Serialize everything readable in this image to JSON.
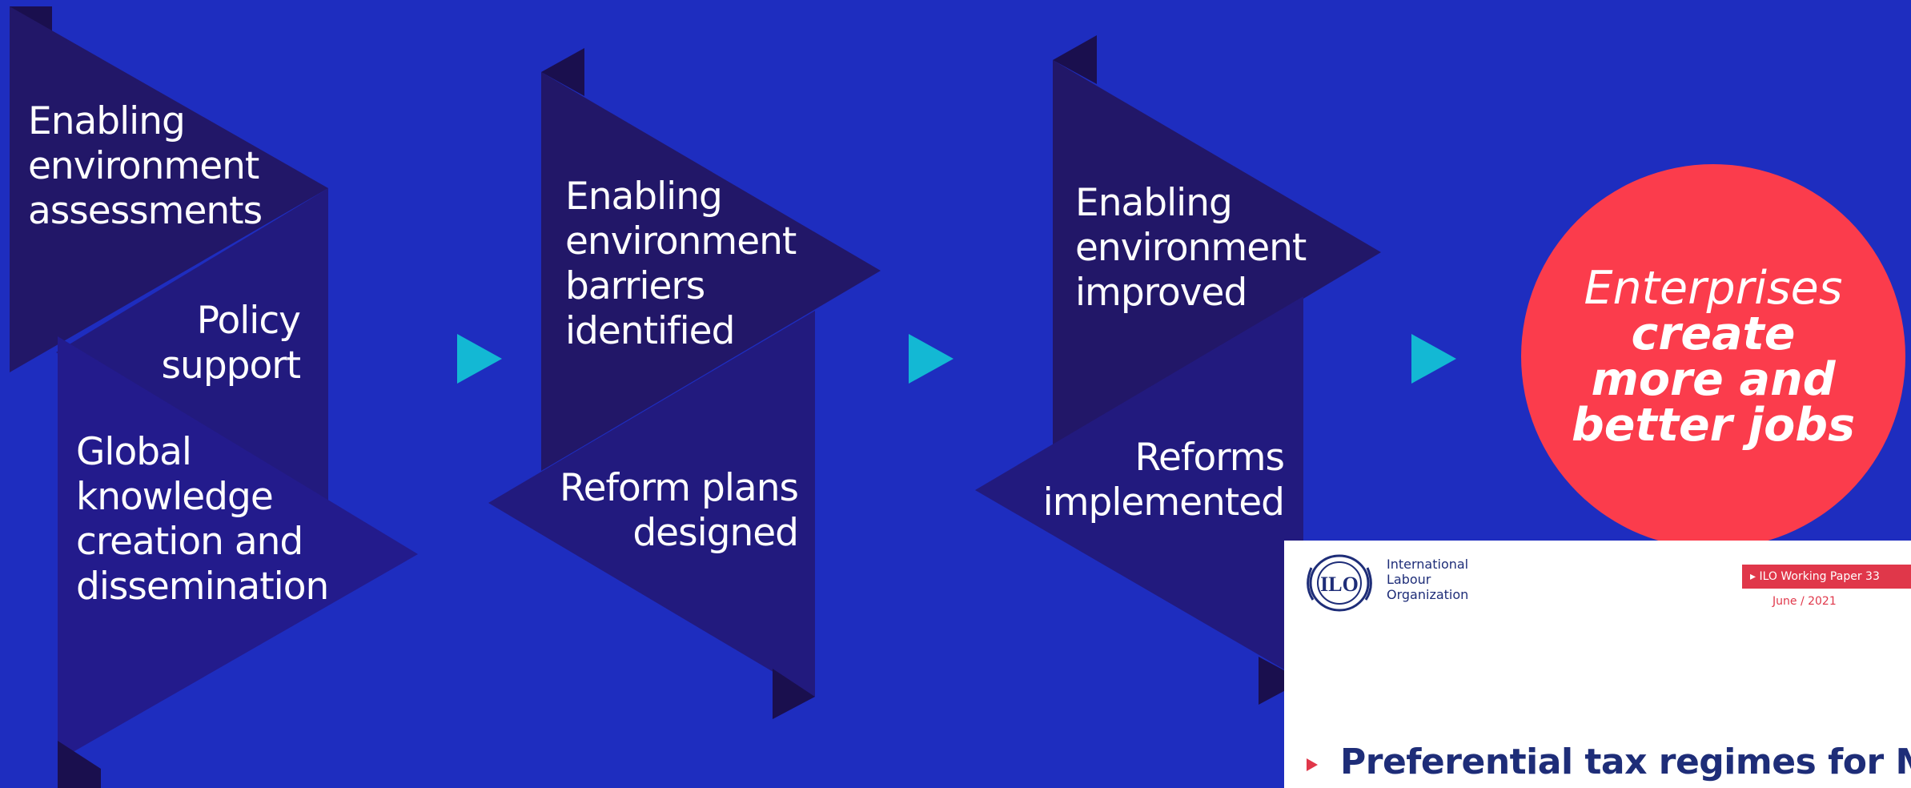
{
  "colors": {
    "background": "#1e2dbf",
    "shape_dark": "#221768",
    "shape_mid": "#221a7e",
    "shape_shadow": "#1a0f4e",
    "arrow": "#13b8d4",
    "outcome_circle": "#fb3c4c",
    "doc_title": "#1e2d78",
    "doc_accent": "#e0374a"
  },
  "stages": [
    {
      "items": [
        {
          "label": [
            "Enabling",
            "environment",
            "assessments"
          ]
        },
        {
          "label": [
            "Policy",
            "support"
          ]
        },
        {
          "label": [
            "Global",
            "knowledge",
            "creation and",
            "dissemination"
          ]
        }
      ]
    },
    {
      "items": [
        {
          "label": [
            "Enabling",
            "environment",
            "barriers",
            "identified"
          ]
        },
        {
          "label": [
            "Reform plans",
            "designed"
          ]
        }
      ]
    },
    {
      "items": [
        {
          "label": [
            "Enabling",
            "environment",
            "improved"
          ]
        },
        {
          "label": [
            "Reforms",
            "implemented"
          ]
        }
      ]
    }
  ],
  "arrow_icons": [
    "play-arrow-icon",
    "play-arrow-icon",
    "play-arrow-icon"
  ],
  "outcome": {
    "line1": "Enterprises",
    "line2": "create",
    "line3": "more and",
    "line4": "better jobs"
  },
  "document": {
    "logo_icon": "ilo-globe-icon",
    "org_name": "International\nLabour\nOrganization",
    "series": "ILO Working Paper 33",
    "date": "June / 2021",
    "title": "Preferential tax regimes for MSME"
  }
}
